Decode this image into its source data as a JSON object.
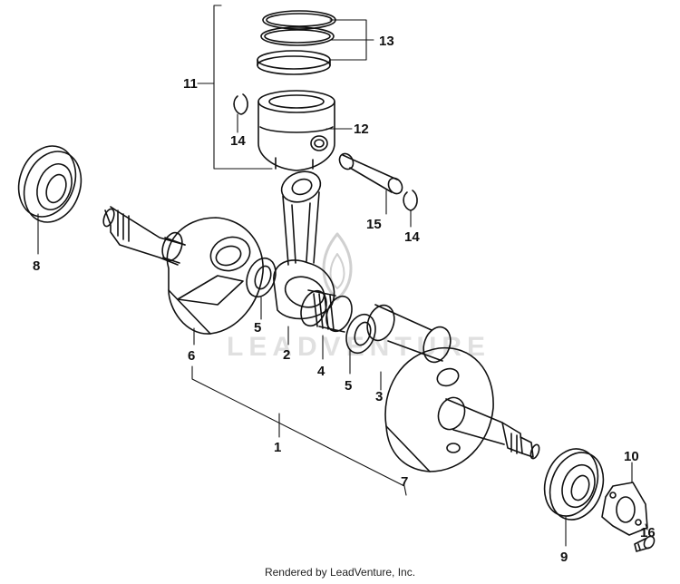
{
  "diagram": {
    "callouts": {
      "p1": "1",
      "p2": "2",
      "p3": "3",
      "p4": "4",
      "p5a": "5",
      "p5b": "5",
      "p6": "6",
      "p7": "7",
      "p8": "8",
      "p9": "9",
      "p10": "10",
      "p11": "11",
      "p12": "12",
      "p13": "13",
      "p14a": "14",
      "p14b": "14",
      "p15": "15",
      "p16": "16"
    },
    "watermark": "LEADVENTURE"
  },
  "footer": {
    "text": "Rendered by LeadVenture, Inc."
  },
  "colors": {
    "line": "#111111",
    "watermark": "#c8c8c8",
    "background": "#ffffff"
  }
}
